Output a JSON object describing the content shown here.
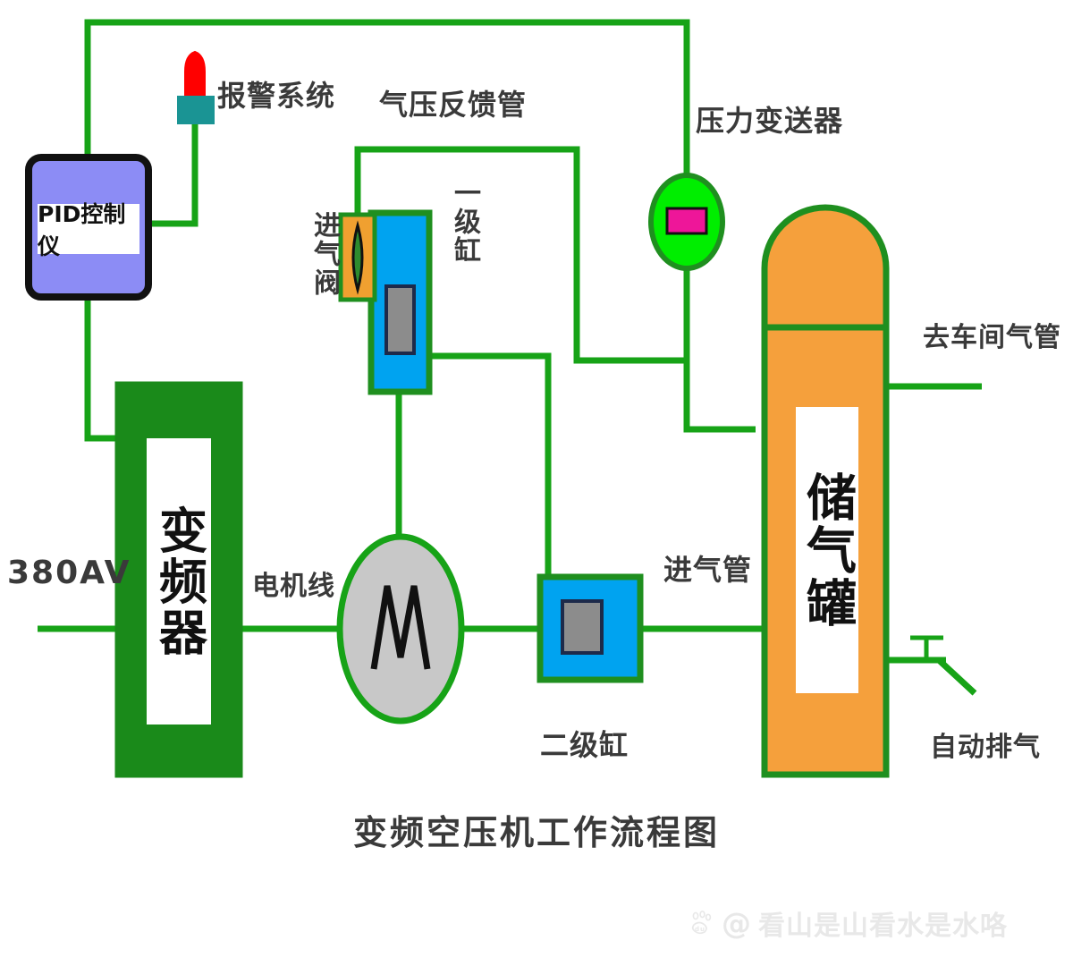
{
  "title": "变频空压机工作流程图",
  "watermark": {
    "logo": "baidu-paw-icon",
    "at": "@",
    "text": "看山是山看水是水咯"
  },
  "colors": {
    "pipe_green": "#17a317",
    "tank_orange": "#F5A03C",
    "inverter_green": "#1A8A1A",
    "cylinder_blue": "#00A3F0",
    "piston_gray": "#8C8C8C",
    "motor_gray": "#C8C8C8",
    "pid_purple": "#8C8CF5",
    "beacon_red": "#FF0000",
    "beacon_base_teal": "#1A9494",
    "transmitter_green": "#00EE00",
    "transmitter_magenta": "#EE1699",
    "valve_orange": "#F0A030",
    "valve_diamond": "#2E8B2E",
    "text_dark": "#3a3a3a"
  },
  "components": {
    "pid_controller": {
      "label": "PID控制仪",
      "name": "pid-controller"
    },
    "alarm_system": {
      "label": "报警系统",
      "name": "alarm-system"
    },
    "pressure_feedback_pipe": {
      "label": "气压反馈管",
      "name": "pressure-feedback-pipe"
    },
    "pressure_transmitter": {
      "label": "压力变送器",
      "name": "pressure-transmitter"
    },
    "intake_valve": {
      "label": "进气阀",
      "name": "intake-valve"
    },
    "first_stage_cylinder": {
      "label": "一级缸",
      "name": "first-stage-cylinder"
    },
    "second_stage_cylinder": {
      "label": "二级缸",
      "name": "second-stage-cylinder"
    },
    "inverter": {
      "label": "变频器",
      "name": "frequency-inverter"
    },
    "power_supply": {
      "label": "380AV",
      "name": "power-supply"
    },
    "motor_line": {
      "label": "电机线",
      "name": "motor-cable"
    },
    "motor": {
      "label": "M",
      "name": "motor"
    },
    "intake_pipe": {
      "label": "进气管",
      "name": "intake-pipe"
    },
    "air_tank": {
      "label": "储气罐",
      "name": "air-storage-tank"
    },
    "workshop_pipe": {
      "label": "去车间气管",
      "name": "workshop-air-pipe"
    },
    "auto_drain": {
      "label": "自动排气",
      "name": "auto-drain-valve"
    }
  }
}
